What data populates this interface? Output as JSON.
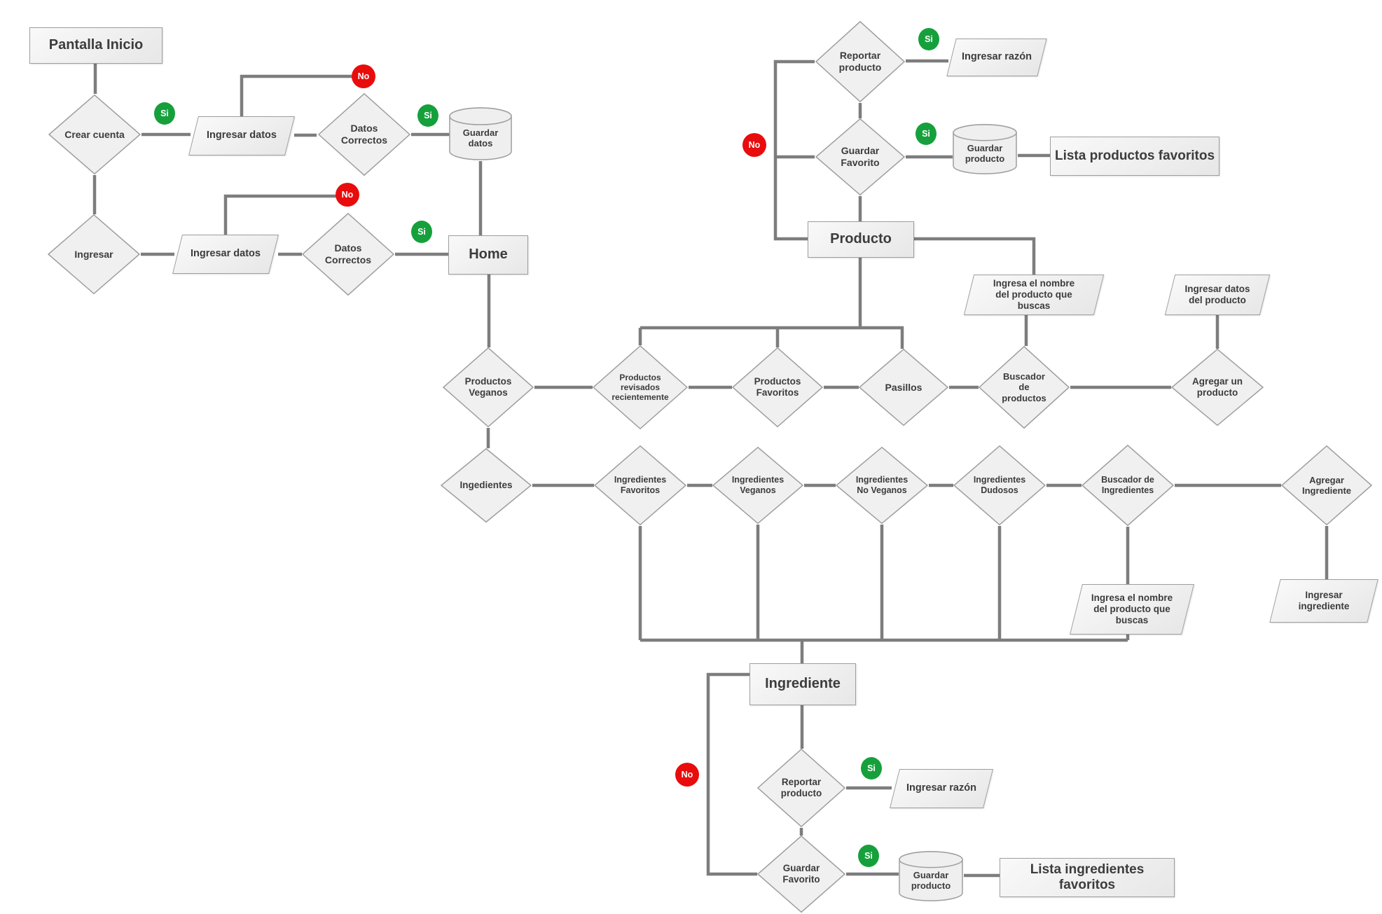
{
  "flowchart": {
    "description": "App flow diagram (Spanish) for account creation, product and ingredient browsing",
    "colors": {
      "line": "#7d7d7d",
      "yes_badge": "#16a03c",
      "no_badge": "#e90c0c",
      "shape_fill": "#f0f0f0",
      "shape_border": "#9e9e9e",
      "text": "#3c3c3c",
      "background": "#ffffff"
    },
    "badges": {
      "yes_label": "Si",
      "no_label": "No"
    },
    "nodes": {
      "pantalla_inicio": {
        "label": "Pantalla Inicio",
        "type": "screen"
      },
      "crear_cuenta": {
        "label": "Crear cuenta",
        "type": "decision"
      },
      "ingresar_datos_1": {
        "label": "Ingresar datos",
        "type": "input"
      },
      "datos_correctos_1": {
        "label": "Datos\nCorrectos",
        "type": "decision"
      },
      "guardar_datos": {
        "label": "Guardar\ndatos",
        "type": "database"
      },
      "ingresar": {
        "label": "Ingresar",
        "type": "decision"
      },
      "ingresar_datos_2": {
        "label": "Ingresar datos",
        "type": "input"
      },
      "datos_correctos_2": {
        "label": "Datos\nCorrectos",
        "type": "decision"
      },
      "home": {
        "label": "Home",
        "type": "screen"
      },
      "reportar_producto_1": {
        "label": "Reportar\nproducto",
        "type": "decision"
      },
      "ingresar_razon_1": {
        "label": "Ingresar razón",
        "type": "input"
      },
      "guardar_favorito_1": {
        "label": "Guardar\nFavorito",
        "type": "decision"
      },
      "guardar_producto_1": {
        "label": "Guardar\nproducto",
        "type": "database"
      },
      "lista_productos_favoritos": {
        "label": "Lista productos favoritos",
        "type": "screen"
      },
      "producto": {
        "label": "Producto",
        "type": "screen"
      },
      "ingresa_nombre_producto_1": {
        "label": "Ingresa el nombre\ndel producto que\nbuscas",
        "type": "input"
      },
      "ingresar_datos_producto": {
        "label": "Ingresar datos\ndel producto",
        "type": "input"
      },
      "productos_veganos": {
        "label": "Productos\nVeganos",
        "type": "decision"
      },
      "productos_revisados": {
        "label": "Productos\nrevisados\nrecientemente",
        "type": "decision"
      },
      "productos_favoritos": {
        "label": "Productos\nFavoritos",
        "type": "decision"
      },
      "pasillos": {
        "label": "Pasillos",
        "type": "decision"
      },
      "buscador_productos": {
        "label": "Buscador\nde\nproductos",
        "type": "decision"
      },
      "agregar_producto": {
        "label": "Agregar un\nproducto",
        "type": "decision"
      },
      "ingedientes": {
        "label": "Ingedientes",
        "type": "decision"
      },
      "ingredientes_favoritos": {
        "label": "Ingredientes\nFavoritos",
        "type": "decision"
      },
      "ingredientes_veganos": {
        "label": "Ingredientes\nVeganos",
        "type": "decision"
      },
      "ingredientes_no_veganos": {
        "label": "Ingredientes\nNo Veganos",
        "type": "decision"
      },
      "ingredientes_dudosos": {
        "label": "Ingredientes\nDudosos",
        "type": "decision"
      },
      "buscador_ingredientes": {
        "label": "Buscador de\nIngredientes",
        "type": "decision"
      },
      "agregar_ingrediente": {
        "label": "Agregar\nIngrediente",
        "type": "decision"
      },
      "ingresar_ingrediente": {
        "label": "Ingresar\ningrediente",
        "type": "input"
      },
      "ingresa_nombre_producto_2": {
        "label": "Ingresa el nombre\ndel producto que\nbuscas",
        "type": "input"
      },
      "ingrediente": {
        "label": "Ingrediente",
        "type": "screen"
      },
      "reportar_producto_2": {
        "label": "Reportar\nproducto",
        "type": "decision"
      },
      "ingresar_razon_2": {
        "label": "Ingresar razón",
        "type": "input"
      },
      "guardar_favorito_2": {
        "label": "Guardar\nFavorito",
        "type": "decision"
      },
      "guardar_producto_2": {
        "label": "Guardar\nproducto",
        "type": "database"
      },
      "lista_ingredientes_favoritos": {
        "label": "Lista ingredientes favoritos",
        "type": "screen"
      }
    }
  }
}
